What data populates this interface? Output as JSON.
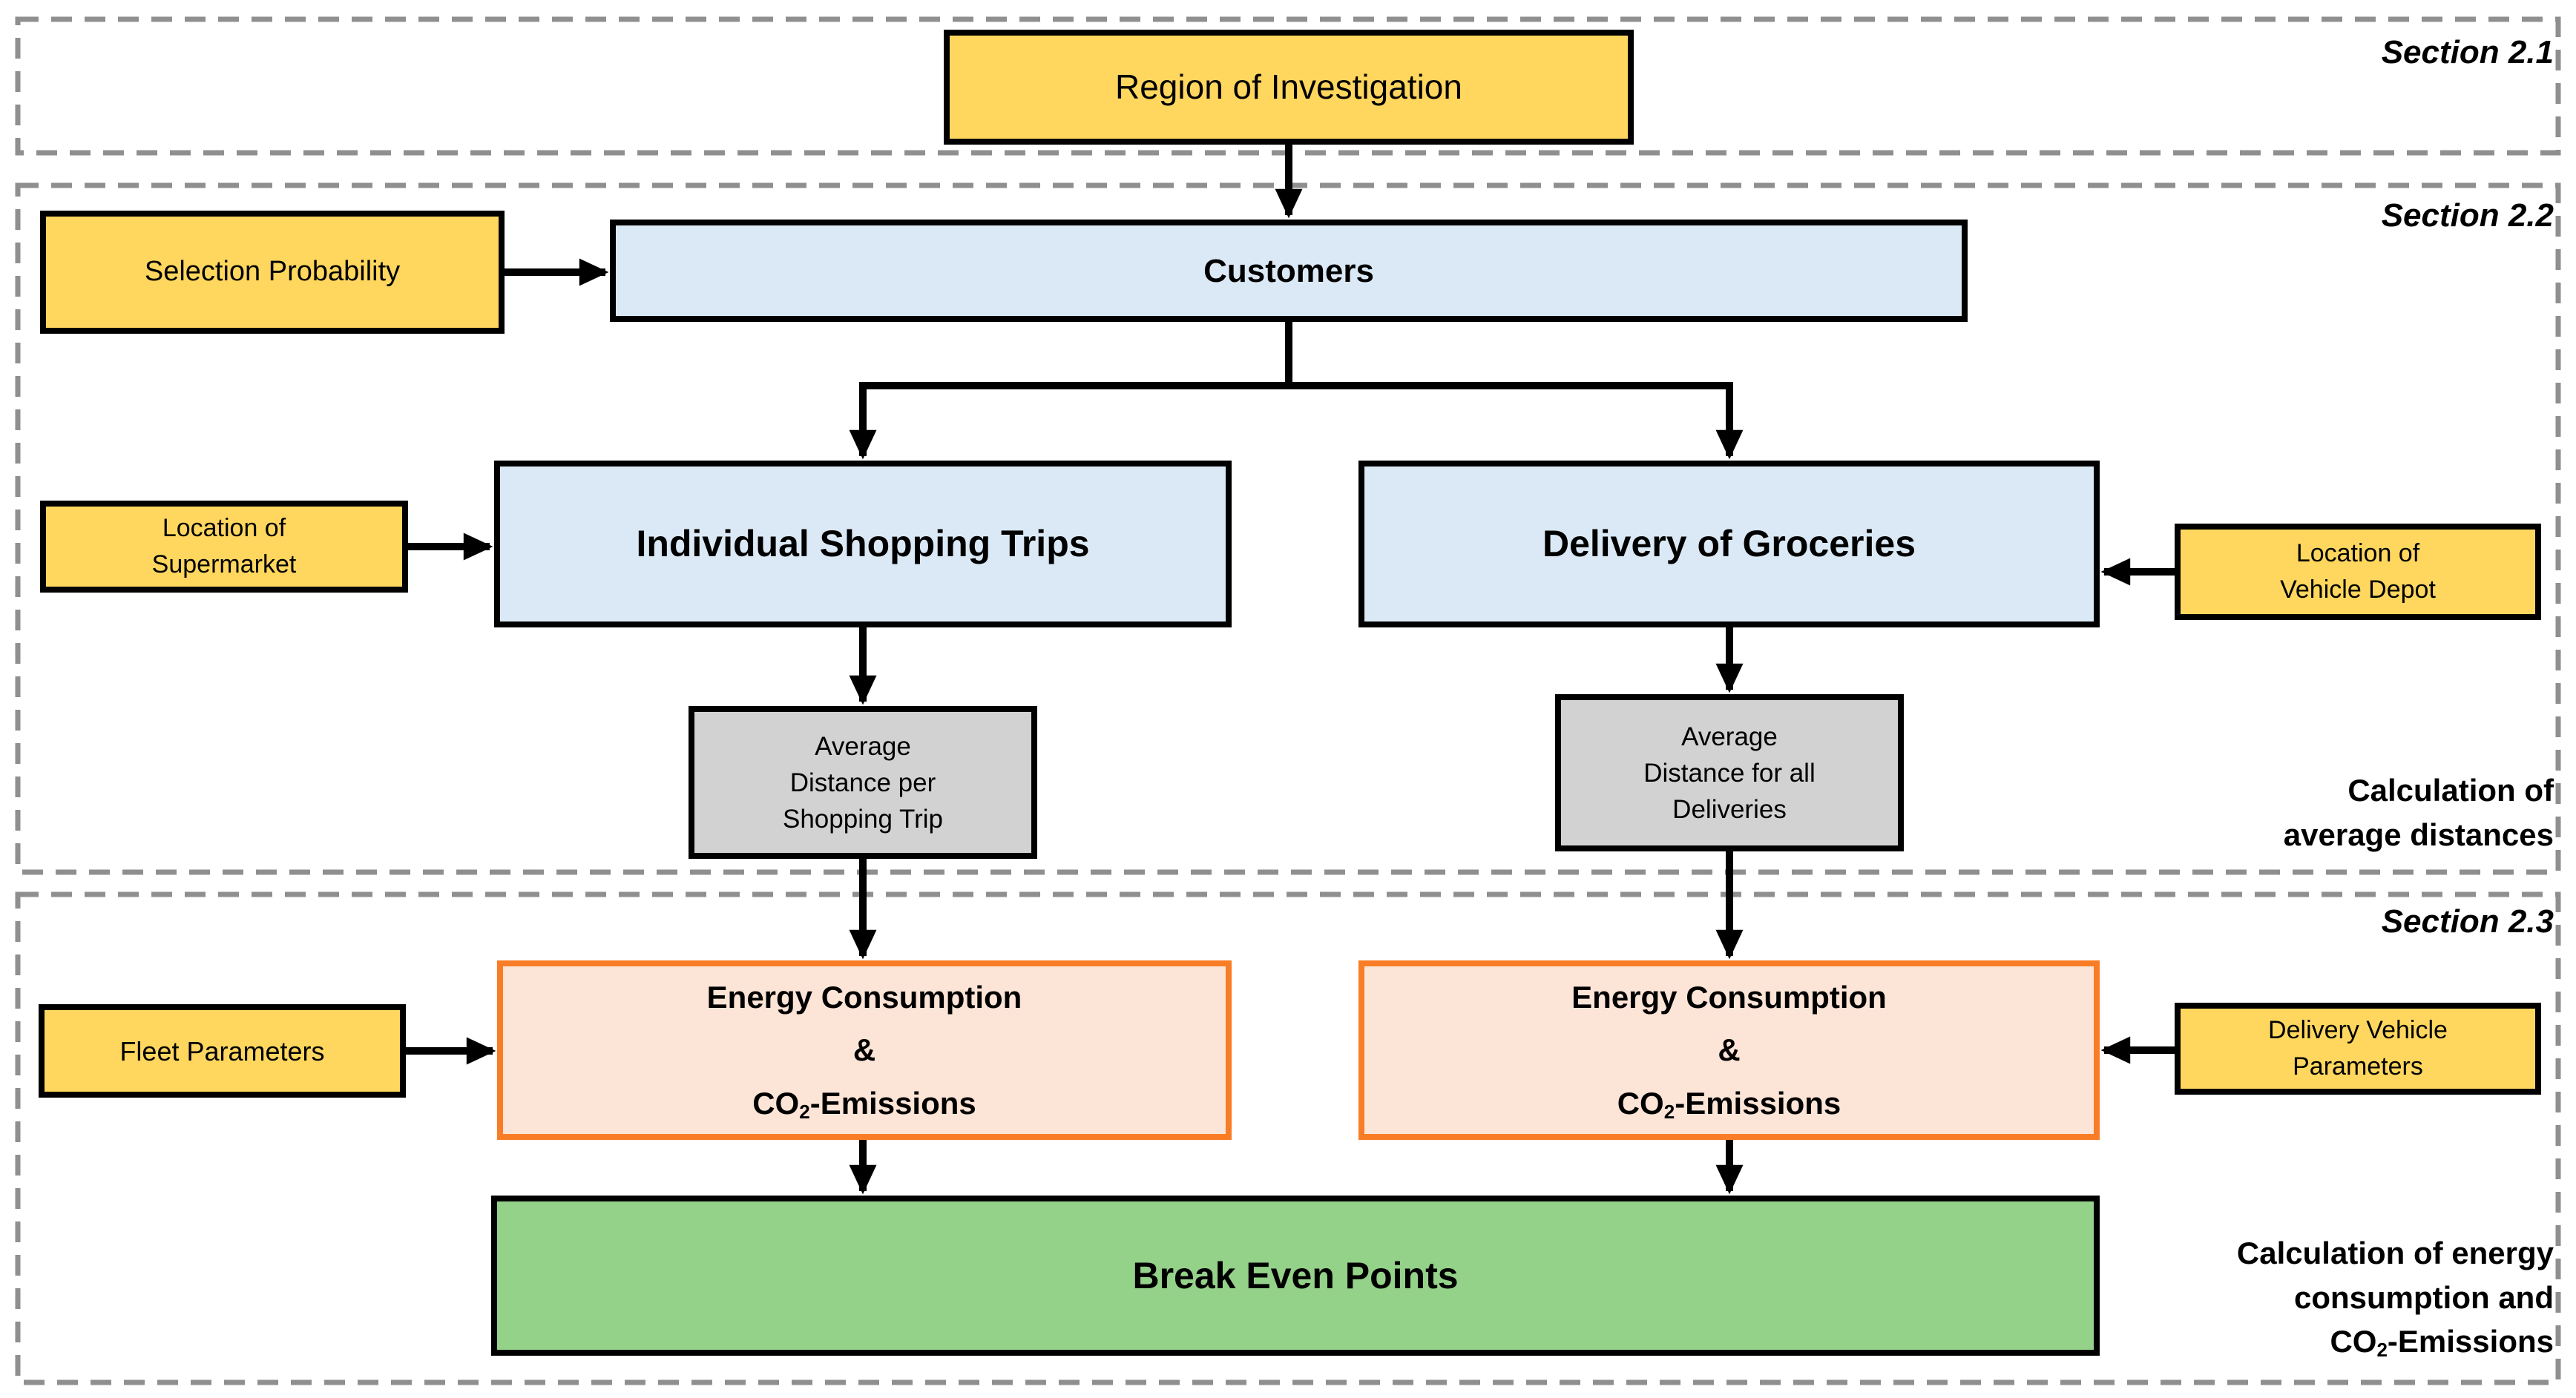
{
  "sections": {
    "s1": {
      "label": "Section 2.1"
    },
    "s2": {
      "label": "Section 2.2",
      "note_lines": [
        "Calculation of",
        "average distances"
      ]
    },
    "s3": {
      "label": "Section 2.3",
      "note_lines": [
        "Calculation of energy",
        "consumption and"
      ],
      "note_co2": {
        "pre": "CO",
        "sub": "2",
        "post": "-Emissions"
      }
    }
  },
  "boxes": {
    "region": {
      "label": "Region of Investigation"
    },
    "selection_probability": {
      "label": "Selection Probability"
    },
    "customers": {
      "label": "Customers"
    },
    "individual_shopping_trips": {
      "label": "Individual Shopping Trips"
    },
    "delivery_of_groceries": {
      "label": "Delivery of Groceries"
    },
    "location_supermarket": {
      "lines": [
        "Location of",
        "Supermarket"
      ]
    },
    "location_vehicle_depot": {
      "lines": [
        "Location of",
        "Vehicle Depot"
      ]
    },
    "avg_distance_shopping_trip": {
      "lines": [
        "Average",
        "Distance per",
        "Shopping Trip"
      ]
    },
    "avg_distance_deliveries": {
      "lines": [
        "Average",
        "Distance for all",
        "Deliveries"
      ]
    },
    "fleet_parameters": {
      "label": "Fleet Parameters"
    },
    "delivery_vehicle_parameters": {
      "lines": [
        "Delivery Vehicle",
        "Parameters"
      ]
    },
    "energy_left": {
      "line1": "Energy Consumption",
      "line2": "&",
      "co2": {
        "pre": "CO",
        "sub": "2",
        "post": "-Emissions"
      }
    },
    "energy_right": {
      "line1": "Energy Consumption",
      "line2": "&",
      "co2": {
        "pre": "CO",
        "sub": "2",
        "post": "-Emissions"
      }
    },
    "break_even_points": {
      "label": "Break Even Points"
    }
  },
  "colors": {
    "box_yellow": "#FFD75E",
    "box_blue": "#DBE9F6",
    "box_gray": "#D2D2D2",
    "box_peach_fill": "#FCE4D6",
    "border_orange": "#F97D26",
    "box_green": "#94D189",
    "border_black": "#000000",
    "section_border_gray": "#8F8F8F",
    "text": "#000000",
    "background": "#FFFFFF"
  }
}
